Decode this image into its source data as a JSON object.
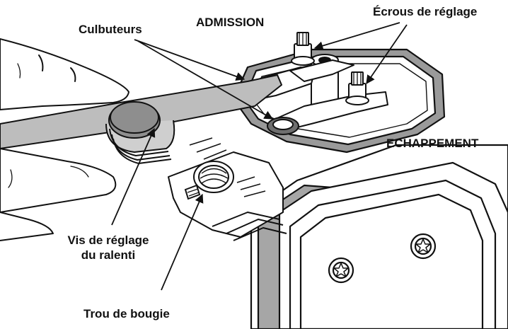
{
  "labels": {
    "culbuteurs": "Culbuteurs",
    "admission": "ADMISSION",
    "ecrous": "Écrous de réglage",
    "echappement": "ECHAPPEMENT",
    "vis_line1": "Vis de réglage",
    "vis_line2": "du ralenti",
    "trou": "Trou de bougie"
  },
  "colors": {
    "line": "#111111",
    "gasket": "#9a9a9a",
    "feeler": "#bdbdbd",
    "disc": "#8e8e8e",
    "background": "#ffffff"
  }
}
